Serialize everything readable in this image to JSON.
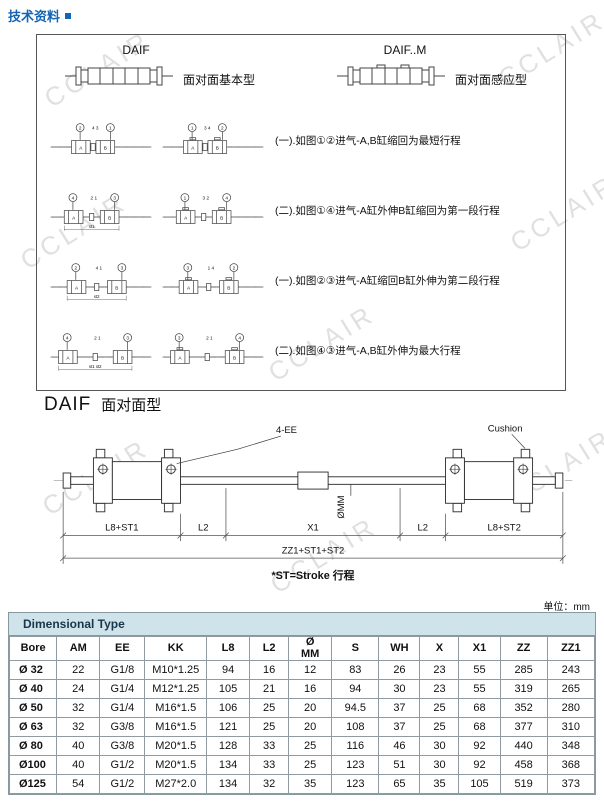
{
  "header": {
    "title": "技术资料"
  },
  "watermark": {
    "text": "CCLAIR"
  },
  "diagram_box": {
    "left": {
      "model": "DAIF",
      "type": "面对面基本型"
    },
    "right": {
      "model": "DAIF..M",
      "type": "面对面感应型"
    },
    "steps": [
      {
        "note": "(一).如图①②进气-A,B缸缩回为最短行程",
        "left_schem": {
          "c1": "2",
          "c2": "1",
          "plain": "4 3",
          "a": "A",
          "b": "B",
          "dim": ""
        },
        "right_schem": {
          "c1": "1",
          "c2": "2",
          "plain": "3 4",
          "a": "A",
          "b": "B",
          "dim": ""
        }
      },
      {
        "note": "(二).如图①④进气-A缸外伸B缸缩回为第一段行程",
        "left_schem": {
          "c1": "4",
          "c2": "3",
          "plain": "2 1",
          "a": "A",
          "b": "B",
          "dim": "st1"
        },
        "right_schem": {
          "c1": "1",
          "c2": "4",
          "plain": "3 2",
          "a": "A",
          "b": "B",
          "dim": ""
        }
      },
      {
        "note": "(一).如图②③进气-A缸缩回B缸外伸为第二段行程",
        "left_schem": {
          "c1": "2",
          "c2": "3",
          "plain": "4 1",
          "a": "A",
          "b": "B",
          "dim": "st2"
        },
        "right_schem": {
          "c1": "3",
          "c2": "2",
          "plain": "1 4",
          "a": "A",
          "b": "B",
          "dim": ""
        }
      },
      {
        "note": "(二).如图④③进气-A,B缸外伸为最大行程",
        "left_schem": {
          "c1": "4",
          "c2": "3",
          "plain": "2 1",
          "a": "A",
          "b": "B",
          "dim": "st1 st2"
        },
        "right_schem": {
          "c1": "3",
          "c2": "4",
          "plain": "2 1",
          "a": "A",
          "b": "B",
          "dim": ""
        }
      }
    ]
  },
  "drawing": {
    "model": "DAIF",
    "type_label": "面对面型",
    "port_label": "4-EE",
    "cushion_label": "Cushion",
    "rod_label": "ØMM",
    "dims": {
      "left": "L8+ST1",
      "l2_left": "L2",
      "x1": "X1",
      "l2_right": "L2",
      "right": "L8+ST2",
      "total": "ZZ1+ST1+ST2"
    },
    "stroke_note": "*ST=Stroke 行程"
  },
  "table": {
    "unit_note": "单位：mm",
    "title": "Dimensional Type",
    "headers": [
      "Bore",
      "AM",
      "EE",
      "KK",
      "L8",
      "L2",
      "Ø\nMM",
      "S",
      "WH",
      "X",
      "X1",
      "ZZ",
      "ZZ1"
    ],
    "rows": [
      [
        "Ø 32",
        "22",
        "G1/8",
        "M10*1.25",
        "94",
        "16",
        "12",
        "83",
        "26",
        "23",
        "55",
        "285",
        "243"
      ],
      [
        "Ø 40",
        "24",
        "G1/4",
        "M12*1.25",
        "105",
        "21",
        "16",
        "94",
        "30",
        "23",
        "55",
        "319",
        "265"
      ],
      [
        "Ø 50",
        "32",
        "G1/4",
        "M16*1.5",
        "106",
        "25",
        "20",
        "94.5",
        "37",
        "25",
        "68",
        "352",
        "280"
      ],
      [
        "Ø 63",
        "32",
        "G3/8",
        "M16*1.5",
        "121",
        "25",
        "20",
        "108",
        "37",
        "25",
        "68",
        "377",
        "310"
      ],
      [
        "Ø 80",
        "40",
        "G3/8",
        "M20*1.5",
        "128",
        "33",
        "25",
        "116",
        "46",
        "30",
        "92",
        "440",
        "348"
      ],
      [
        "Ø100",
        "40",
        "G1/2",
        "M20*1.5",
        "134",
        "33",
        "25",
        "123",
        "51",
        "30",
        "92",
        "458",
        "368"
      ],
      [
        "Ø125",
        "54",
        "G1/2",
        "M27*2.0",
        "134",
        "32",
        "35",
        "123",
        "65",
        "35",
        "105",
        "519",
        "373"
      ]
    ]
  }
}
